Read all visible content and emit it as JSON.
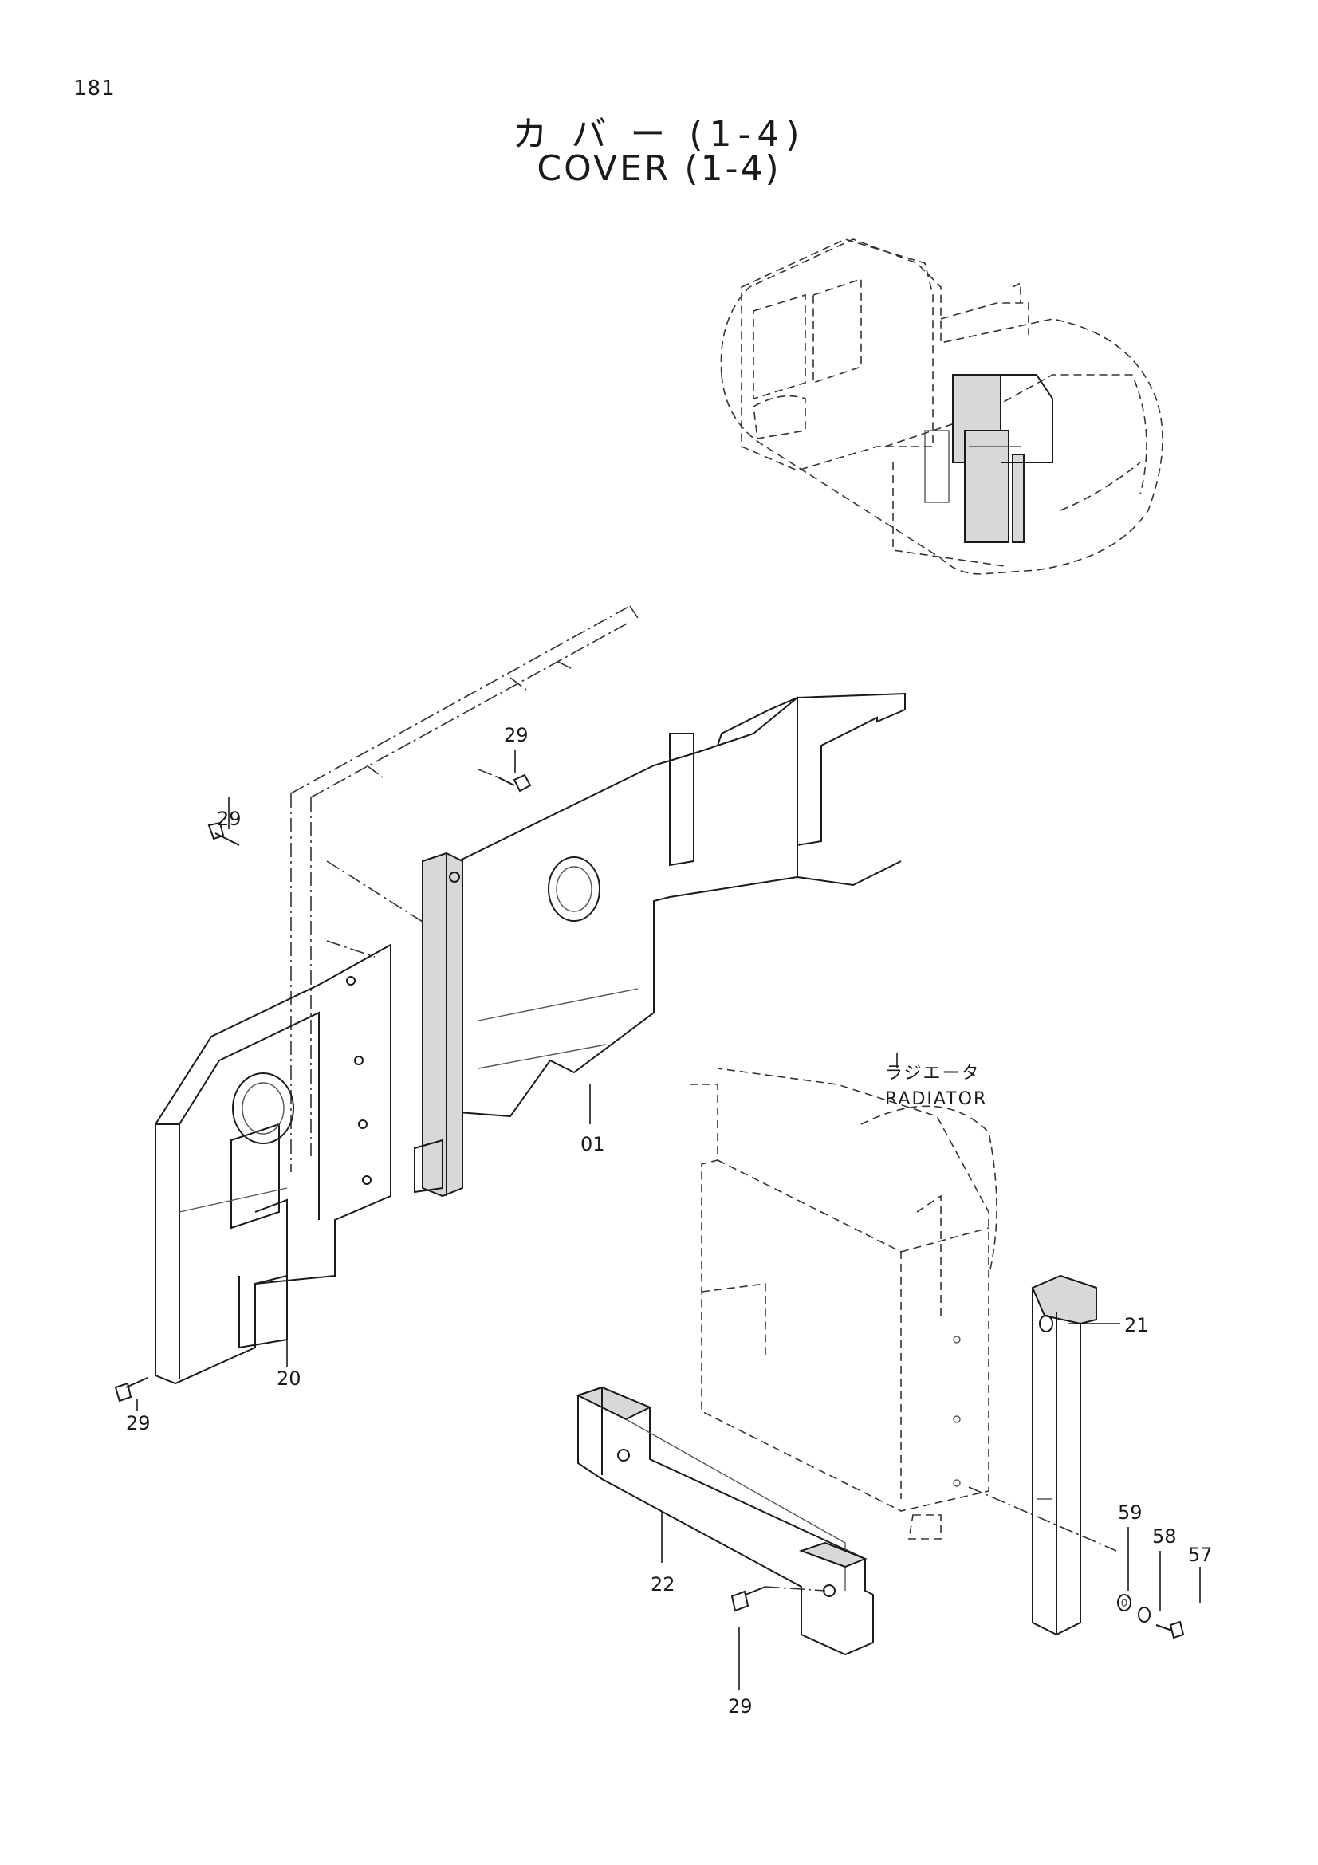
{
  "page_number": "181",
  "title_jp": "カ バ ー  (1-4)",
  "title_en": "COVER (1-4)",
  "radiator_label_jp": "ラジエータ",
  "radiator_label_en": "RADIATOR",
  "callouts": {
    "c_29_top": "29",
    "c_29_left": "29",
    "c_29_bottom_left": "29",
    "c_29_bottom": "29",
    "c_01": "01",
    "c_20": "20",
    "c_21": "21",
    "c_22": "22",
    "c_57": "57",
    "c_58": "58",
    "c_59": "59"
  }
}
